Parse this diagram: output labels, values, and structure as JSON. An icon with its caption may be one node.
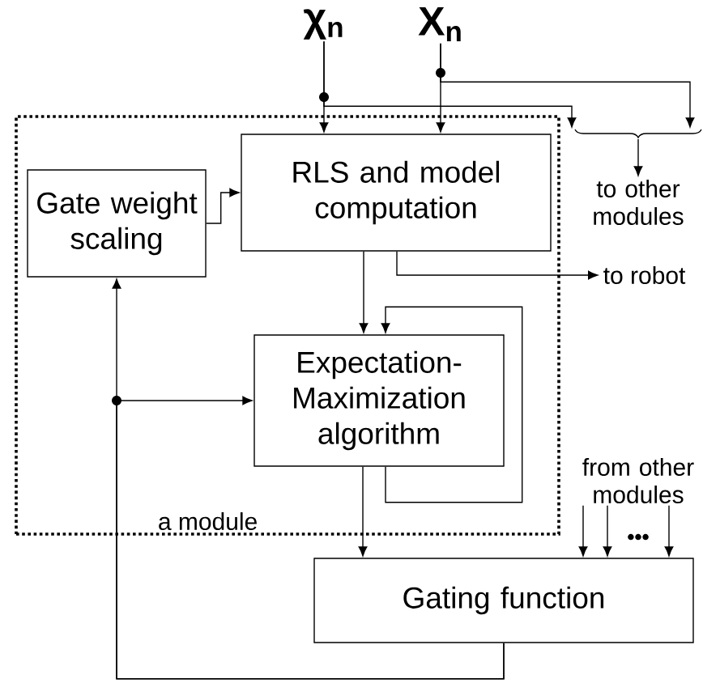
{
  "diagram": {
    "nodes": [
      {
        "text": [
          "a module"
        ]
      },
      {
        "text": [
          "χ$_{n}$"
        ]
      },
      {
        "text": [
          "X$_{n}$"
        ]
      },
      {
        "text": [
          "Gate weight scaling"
        ],
        "in": 0
      },
      {
        "text": [
          "RLS and model computation"
        ],
        "in": 0
      },
      {
        "text": [
          "Expectation-Maximization algorithm"
        ],
        "in": 0
      },
      {
        "text": [
          "Gating function"
        ]
      },
      {
        "text": [
          "to other modules"
        ]
      },
      {
        "text": [
          "to robot"
        ]
      },
      {
        "text": [
          "from other modules"
        ]
      }
    ],
    "edges": [
      {
        "from": 1,
        "to": 4,
        "arrow": "to"
      },
      {
        "from": 2,
        "to": 4,
        "arrow": "to"
      },
      {
        "from": 1,
        "to": 7,
        "arrow": "to"
      },
      {
        "from": 2,
        "to": 7,
        "arrow": "to"
      },
      {
        "from": 3,
        "to": 4,
        "arrow": "to"
      },
      {
        "from": 4,
        "to": 5,
        "arrow": "to"
      },
      {
        "from": 4,
        "to": 8,
        "arrow": "to"
      },
      {
        "from": 5,
        "to": 5,
        "arrow": "to"
      },
      {
        "from": 5,
        "to": 6,
        "arrow": "to"
      },
      {
        "from": 6,
        "to": 3,
        "arrow": "to"
      },
      {
        "from": 6,
        "to": 5,
        "arrow": "to"
      },
      {
        "from": 9,
        "to": 6,
        "arrow": "to"
      },
      {
        "from": 9,
        "to": 6,
        "arrow": "to"
      },
      {
        "from": 9,
        "to": 6,
        "arrow": "to"
      }
    ],
    "labels": [
      "•••"
    ]
  }
}
